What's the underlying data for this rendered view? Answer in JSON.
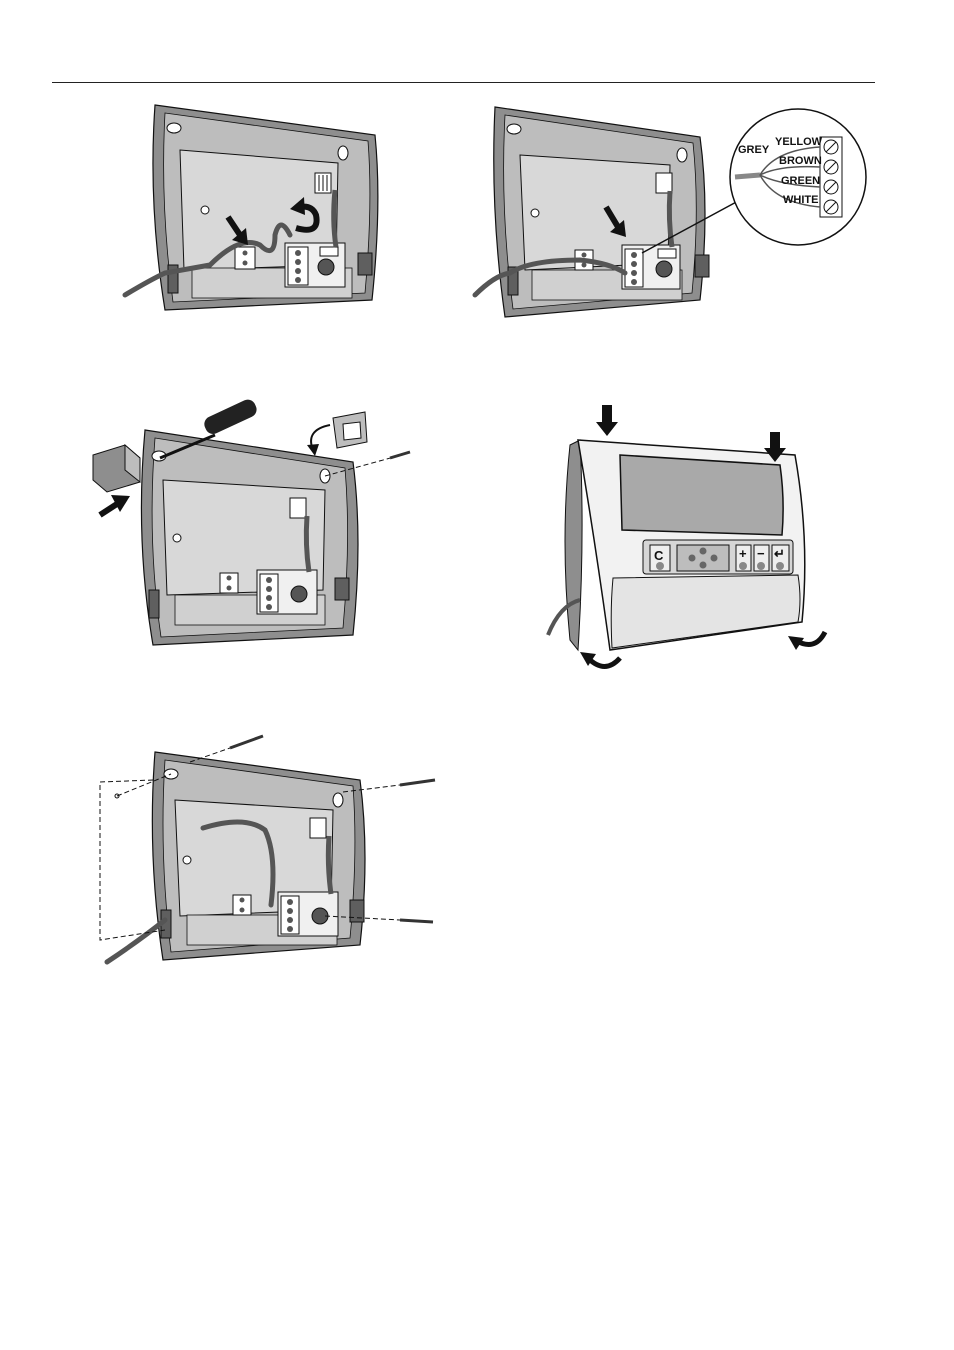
{
  "wiring_callout": {
    "cable_label": "GREY",
    "wires": [
      "YELLOW",
      "BROWN",
      "GREEN",
      "WHITE"
    ]
  },
  "keypad": {
    "clear_key": "C",
    "plus_key": "+",
    "minus_key": "−",
    "enter_key": "↵"
  },
  "colors": {
    "housing": "#8e8e8e",
    "housing_dark": "#5f5f5f",
    "inner_panel": "#d8d8d8",
    "cable": "#555555",
    "outline": "#111111",
    "front_cover": "#f2f2f2",
    "display_window": "#a9a9a9"
  }
}
